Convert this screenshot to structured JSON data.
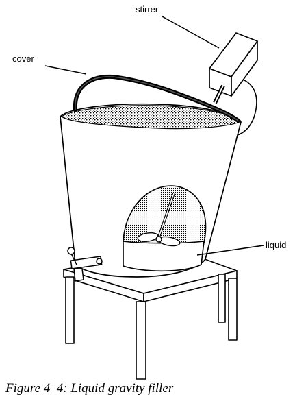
{
  "figure": {
    "caption": "Figure 4–4: Liquid gravity filler",
    "labels": {
      "stirrer": "stirrer",
      "cover": "cover",
      "liquid": "liquid"
    }
  }
}
